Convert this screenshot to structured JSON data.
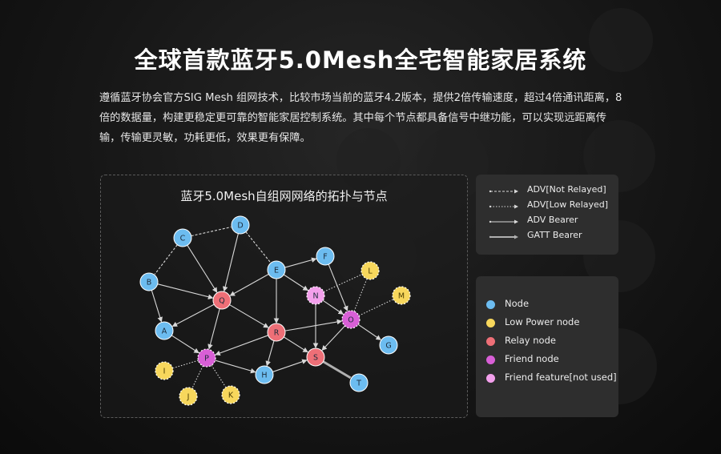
{
  "title": "全球首款蓝牙5.0Mesh全宅智能家居系统",
  "intro": "遵循蓝牙协会官方SIG Mesh 组网技术，比较市场当前的蓝牙4.2版本，提供2倍传输速度，超过4倍通讯距离，8倍的数据量，构建更稳定更可靠的智能家居控制系统。其中每个节点都具备信号中继功能，可以实现远距离传输，传输更灵敏，功耗更低，效果更有保障。",
  "diagram": {
    "title": "蓝牙5.0Mesh自组网网络的拓扑与节点",
    "nodes": [
      {
        "id": "C",
        "type": "node"
      },
      {
        "id": "D",
        "type": "node"
      },
      {
        "id": "E",
        "type": "node"
      },
      {
        "id": "F",
        "type": "node"
      },
      {
        "id": "B",
        "type": "node"
      },
      {
        "id": "A",
        "type": "node"
      },
      {
        "id": "G",
        "type": "node"
      },
      {
        "id": "H",
        "type": "node"
      },
      {
        "id": "T",
        "type": "node"
      },
      {
        "id": "Q",
        "type": "relay"
      },
      {
        "id": "R",
        "type": "relay"
      },
      {
        "id": "S",
        "type": "relay"
      },
      {
        "id": "P",
        "type": "friend"
      },
      {
        "id": "O",
        "type": "friend"
      },
      {
        "id": "N",
        "type": "friend_unused"
      },
      {
        "id": "L",
        "type": "low_power"
      },
      {
        "id": "M",
        "type": "low_power"
      },
      {
        "id": "I",
        "type": "low_power"
      },
      {
        "id": "J",
        "type": "low_power"
      },
      {
        "id": "K",
        "type": "low_power"
      }
    ],
    "links": [
      {
        "from": "C",
        "to": "D",
        "kind": "adv_not_relayed"
      },
      {
        "from": "C",
        "to": "B",
        "kind": "adv_not_relayed"
      },
      {
        "from": "D",
        "to": "E",
        "kind": "adv_not_relayed"
      },
      {
        "from": "C",
        "to": "Q",
        "kind": "adv_bearer"
      },
      {
        "from": "D",
        "to": "Q",
        "kind": "adv_bearer"
      },
      {
        "from": "B",
        "to": "Q",
        "kind": "adv_bearer"
      },
      {
        "from": "E",
        "to": "Q",
        "kind": "adv_bearer"
      },
      {
        "from": "Q",
        "to": "A",
        "kind": "adv_bearer"
      },
      {
        "from": "Q",
        "to": "R",
        "kind": "adv_bearer"
      },
      {
        "from": "Q",
        "to": "P",
        "kind": "adv_bearer"
      },
      {
        "from": "B",
        "to": "A",
        "kind": "adv_bearer"
      },
      {
        "from": "A",
        "to": "P",
        "kind": "adv_bearer"
      },
      {
        "from": "E",
        "to": "F",
        "kind": "adv_bearer"
      },
      {
        "from": "E",
        "to": "N",
        "kind": "adv_bearer"
      },
      {
        "from": "E",
        "to": "R",
        "kind": "adv_bearer"
      },
      {
        "from": "F",
        "to": "O",
        "kind": "adv_bearer"
      },
      {
        "from": "N",
        "to": "O",
        "kind": "adv_bearer"
      },
      {
        "from": "N",
        "to": "S",
        "kind": "adv_bearer"
      },
      {
        "from": "R",
        "to": "O",
        "kind": "adv_bearer"
      },
      {
        "from": "R",
        "to": "S",
        "kind": "adv_bearer"
      },
      {
        "from": "R",
        "to": "H",
        "kind": "adv_bearer"
      },
      {
        "from": "R",
        "to": "P",
        "kind": "adv_bearer"
      },
      {
        "from": "O",
        "to": "S",
        "kind": "adv_bearer"
      },
      {
        "from": "O",
        "to": "G",
        "kind": "adv_bearer"
      },
      {
        "from": "P",
        "to": "H",
        "kind": "adv_bearer"
      },
      {
        "from": "H",
        "to": "S",
        "kind": "adv_bearer"
      },
      {
        "from": "S",
        "to": "T",
        "kind": "gatt_bearer"
      },
      {
        "from": "N",
        "to": "L",
        "kind": "adv_low_relayed"
      },
      {
        "from": "O",
        "to": "L",
        "kind": "adv_low_relayed"
      },
      {
        "from": "O",
        "to": "M",
        "kind": "adv_low_relayed"
      },
      {
        "from": "P",
        "to": "I",
        "kind": "adv_low_relayed"
      },
      {
        "from": "P",
        "to": "J",
        "kind": "adv_low_relayed"
      },
      {
        "from": "P",
        "to": "K",
        "kind": "adv_low_relayed"
      }
    ]
  },
  "link_legend": [
    {
      "kind": "adv_not_relayed",
      "label": "ADV[Not Relayed]"
    },
    {
      "kind": "adv_low_relayed",
      "label": "ADV[Low Relayed]"
    },
    {
      "kind": "adv_bearer",
      "label": "ADV Bearer"
    },
    {
      "kind": "gatt_bearer",
      "label": "GATT Bearer"
    }
  ],
  "node_legend": [
    {
      "type": "node",
      "label": "Node"
    },
    {
      "type": "low_power",
      "label": "Low Power node"
    },
    {
      "type": "relay",
      "label": "Relay node"
    },
    {
      "type": "friend",
      "label": "Friend node"
    },
    {
      "type": "friend_unused",
      "label": "Friend feature[not used]"
    }
  ],
  "colors": {
    "node": "#6cbcf0",
    "low_power": "#f7d75c",
    "relay": "#ee6f77",
    "friend": "#d85fd6",
    "friend_unused": "#f3a0ec",
    "link": "#d8d8d8"
  }
}
